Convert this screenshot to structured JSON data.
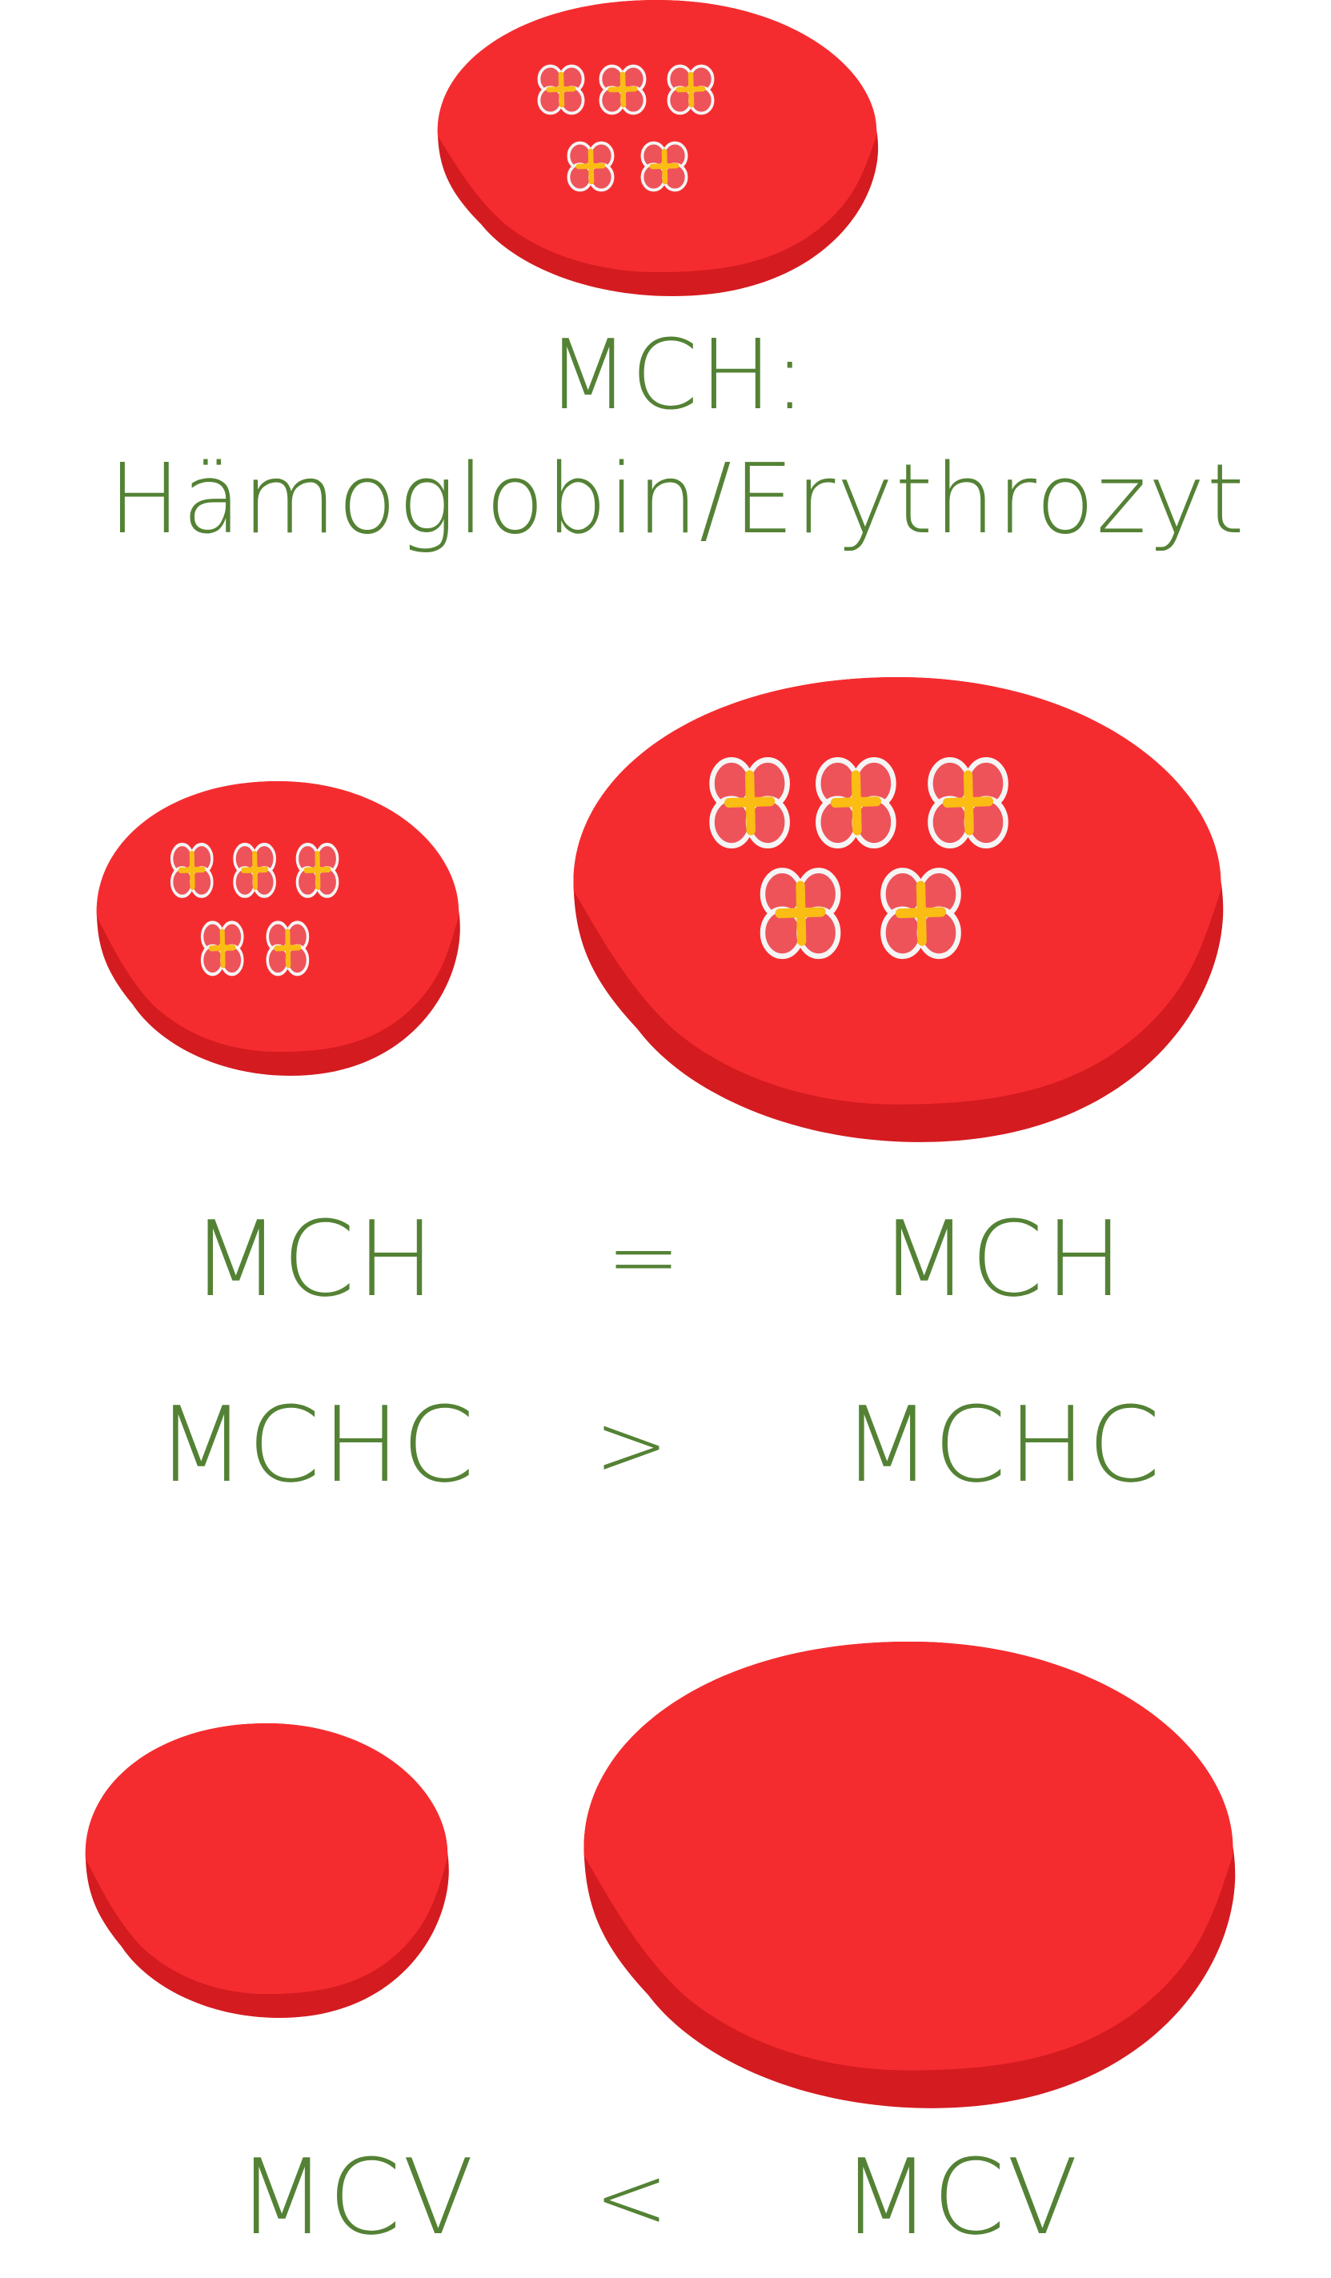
{
  "colors": {
    "cell_top": "#F52C2F",
    "cell_shadow": "#D41B20",
    "hb_fill": "#EE535A",
    "hb_stroke": "#F5F5F5",
    "hb_cross": "#FBBC13",
    "text": "#548235",
    "background": "#FFFFFF"
  },
  "title": {
    "line1": "MCH:",
    "line2": "Hämoglobin/Erythrozyt"
  },
  "comparison_1": {
    "left_label": "MCH",
    "operator": "=",
    "right_label": "MCH"
  },
  "comparison_2": {
    "left_label": "MCHC",
    "operator": ">",
    "right_label": "MCHC"
  },
  "comparison_3": {
    "left_label": "MCV",
    "operator": "<",
    "right_label": "MCV"
  },
  "cells": [
    {
      "id": "top-cell",
      "hemoglobin_count": 5
    },
    {
      "id": "small-cell-with-hemoglobin",
      "hemoglobin_count": 5
    },
    {
      "id": "large-cell-with-hemoglobin",
      "hemoglobin_count": 5
    },
    {
      "id": "small-cell-volume",
      "hemoglobin_count": 0
    },
    {
      "id": "large-cell-volume",
      "hemoglobin_count": 0
    }
  ]
}
